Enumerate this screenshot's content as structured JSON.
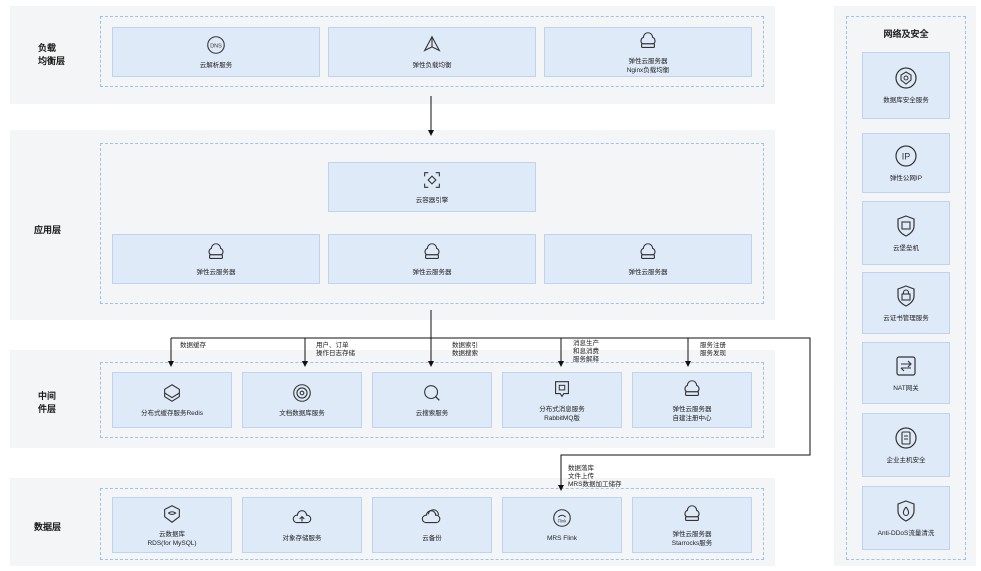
{
  "layers": {
    "lb": "负载\n均衡层",
    "app": "应用层",
    "mid": "中间\n件层",
    "data": "数据层"
  },
  "lb_cards": [
    {
      "label": "云解析服务",
      "icon": "dns-icon"
    },
    {
      "label": "弹性负载均衡",
      "icon": "load-balancer-icon"
    },
    {
      "label": "弹性云服务器\nNginx负载均衡",
      "icon": "cloud-server-icon"
    }
  ],
  "app_top": {
    "label": "云容器引擎",
    "icon": "container-engine-icon"
  },
  "app_cards": [
    {
      "label": "弹性云服务器",
      "icon": "cloud-server-icon"
    },
    {
      "label": "弹性云服务器",
      "icon": "cloud-server-icon"
    },
    {
      "label": "弹性云服务器",
      "icon": "cloud-server-icon"
    }
  ],
  "mid_cards": [
    {
      "label": "分布式缓存服务Redis",
      "icon": "cache-icon"
    },
    {
      "label": "文档数据库服务",
      "icon": "document-db-icon"
    },
    {
      "label": "云搜索服务",
      "icon": "search-icon"
    },
    {
      "label": "分布式消息服务\nRabbitMQ版",
      "icon": "message-queue-icon"
    },
    {
      "label": "弹性云服务器\n自建注册中心",
      "icon": "cloud-server-icon"
    }
  ],
  "data_cards": [
    {
      "label": "云数据库\nRDS(for MySQL)",
      "icon": "database-icon"
    },
    {
      "label": "对象存储服务",
      "icon": "object-storage-icon"
    },
    {
      "label": "云备份",
      "icon": "backup-icon"
    },
    {
      "label": "MRS Flink",
      "icon": "flink-icon"
    },
    {
      "label": "弹性云服务器\nStarrocks服务",
      "icon": "cloud-server-icon"
    }
  ],
  "edge_labels": {
    "cache": "数据缓存",
    "docdb": "用户、订单\n操作日志存储",
    "search": "数据索引\n数据搜索",
    "mq": "消息生产\n和息消费\n服务解释",
    "registry": "服务注册\n服务发现",
    "mrs": "数据落库\n文件上传\nMRS数据加工储存"
  },
  "security": {
    "title": "网络及安全",
    "items": [
      {
        "label": "数据库安全服务",
        "icon": "db-security-icon"
      },
      {
        "label": "弹性公网IP",
        "icon": "ip-icon"
      },
      {
        "label": "云堡垒机",
        "icon": "bastion-icon"
      },
      {
        "label": "云证书管理服务",
        "icon": "certificate-icon"
      },
      {
        "label": "NAT网关",
        "icon": "nat-gateway-icon"
      },
      {
        "label": "企业主机安全",
        "icon": "host-security-icon"
      },
      {
        "label": "Anti-DDoS流量清洗",
        "icon": "anti-ddos-icon"
      }
    ]
  },
  "colors": {
    "card": "#dfeaf8",
    "band": "#f4f5f7",
    "dashed": "#9fc3e8"
  }
}
